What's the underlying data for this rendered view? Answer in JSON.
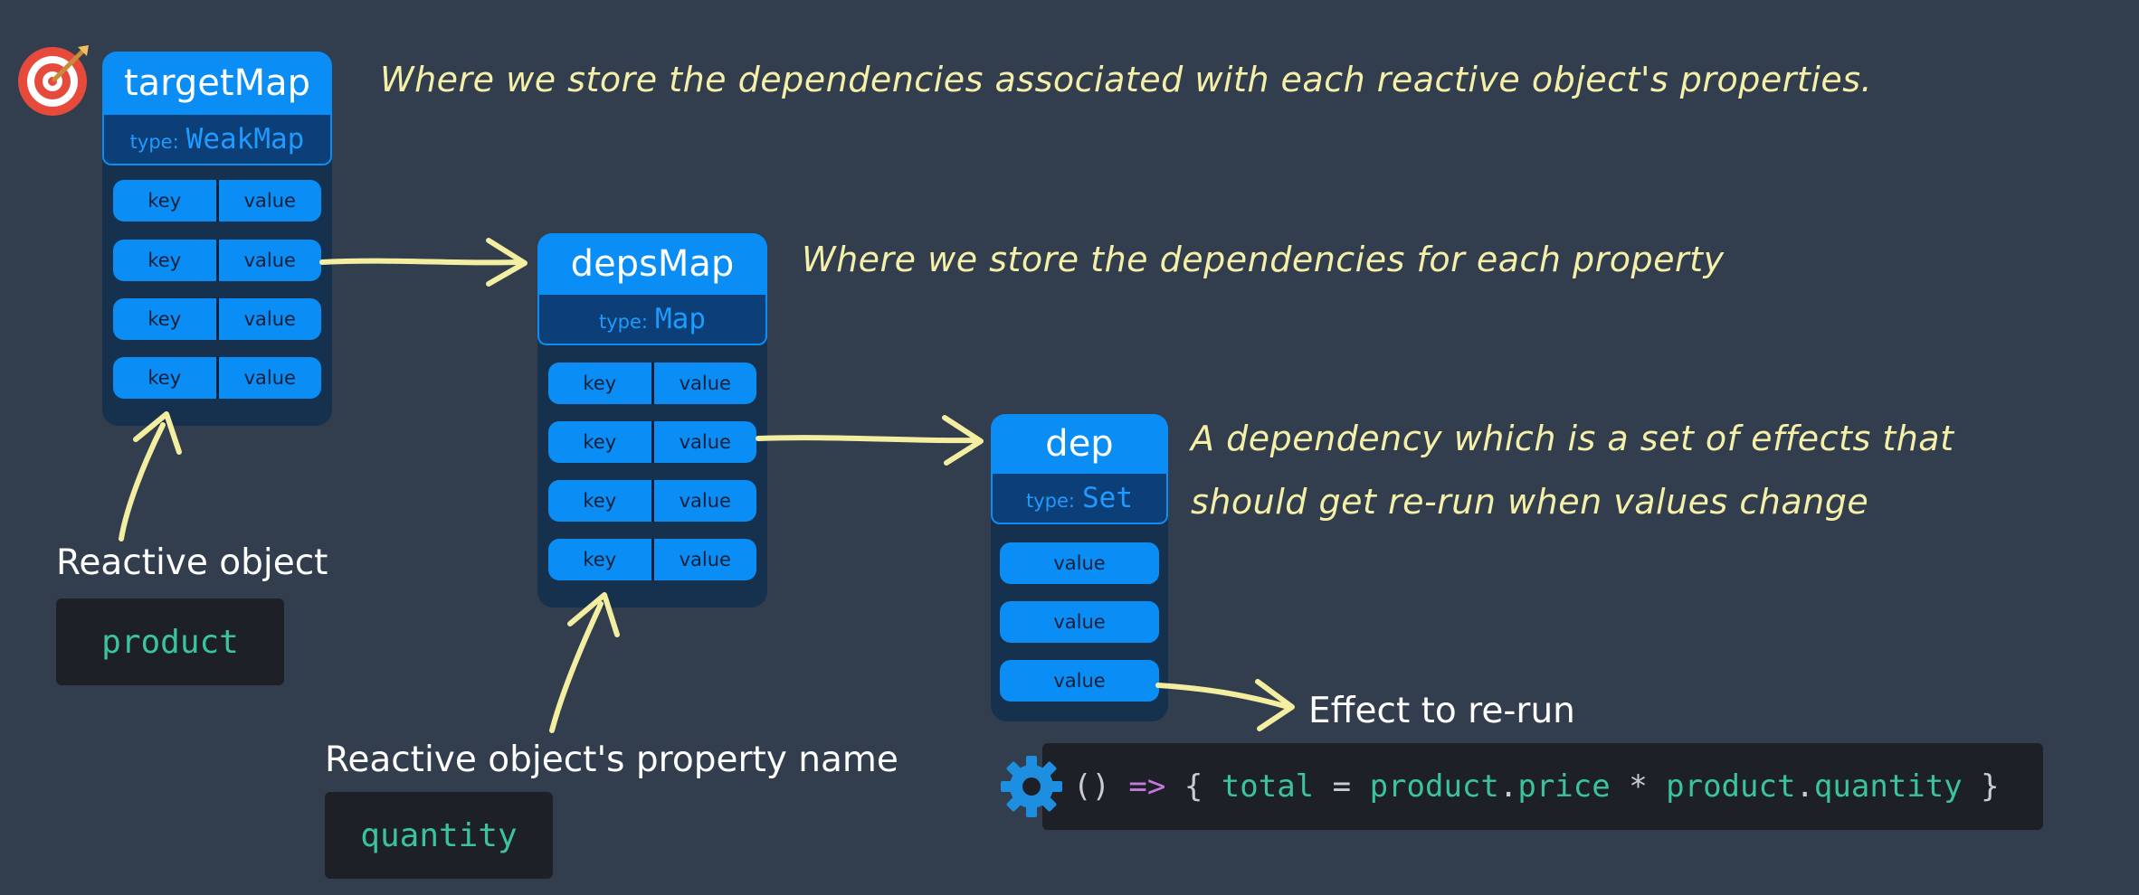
{
  "target_map": {
    "title": "targetMap",
    "type_label": "type:",
    "type_value": "WeakMap",
    "rows": [
      {
        "key": "key",
        "value": "value"
      },
      {
        "key": "key",
        "value": "value"
      },
      {
        "key": "key",
        "value": "value"
      },
      {
        "key": "key",
        "value": "value"
      }
    ],
    "note": "Where we store the dependencies associated with each reactive object's properties."
  },
  "deps_map": {
    "title": "depsMap",
    "type_label": "type:",
    "type_value": "Map",
    "rows": [
      {
        "key": "key",
        "value": "value"
      },
      {
        "key": "key",
        "value": "value"
      },
      {
        "key": "key",
        "value": "value"
      },
      {
        "key": "key",
        "value": "value"
      }
    ],
    "note": "Where we store the dependencies for each property"
  },
  "dep": {
    "title": "dep",
    "type_label": "type:",
    "type_value": "Set",
    "values": [
      "value",
      "value",
      "value"
    ],
    "note_line1": "A dependency which is a set of effects that",
    "note_line2": "should get re-run when values change"
  },
  "reactive_object": {
    "label": "Reactive object",
    "code": "product"
  },
  "property_name": {
    "label": "Reactive object's property name",
    "code": "quantity"
  },
  "effect": {
    "label": "Effect to re-run",
    "code": {
      "open": "() ",
      "arrow": "=>",
      "brace_open": " { ",
      "total": "total",
      "eq": " = ",
      "product1": "product",
      "dot1": ".",
      "price": "price",
      "mul": " * ",
      "product2": "product",
      "dot2": ".",
      "quantity": "quantity",
      "brace_close": " }"
    }
  },
  "icons": {
    "target": "target-icon",
    "gear": "gear-icon"
  },
  "colors": {
    "background": "#323d4e",
    "box_blue": "#0a8ef5",
    "note_yellow": "#f5f0a8",
    "code_green": "#3bc49a",
    "arrow_yellow": "#f3eea0"
  }
}
